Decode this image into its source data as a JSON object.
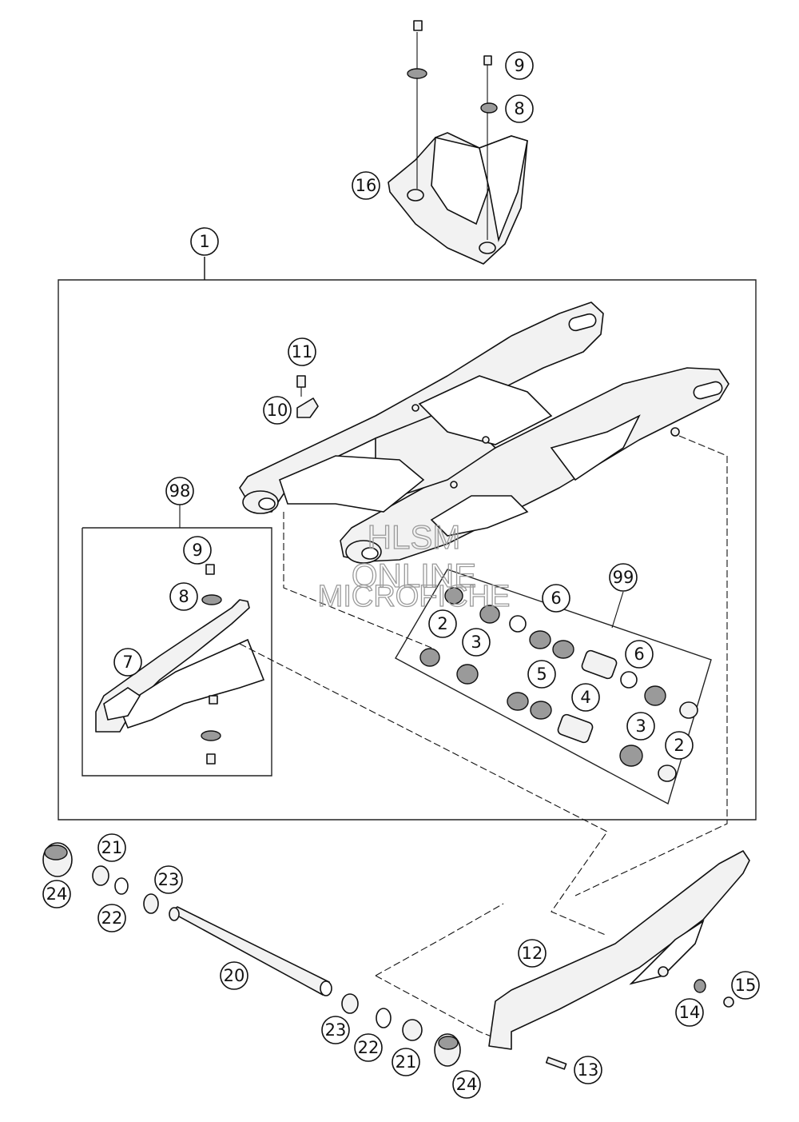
{
  "watermark": {
    "line1": "HLSM",
    "line2": "ONLINE",
    "line3": "MICROFICHE"
  },
  "callouts": {
    "c1": "1",
    "c2a": "2",
    "c2b": "2",
    "c3a": "3",
    "c3b": "3",
    "c4": "4",
    "c5": "5",
    "c6a": "6",
    "c6b": "6",
    "c7": "7",
    "c8a": "8",
    "c8b": "8",
    "c9a": "9",
    "c9b": "9",
    "c10": "10",
    "c11": "11",
    "c12": "12",
    "c13": "13",
    "c14": "14",
    "c15": "15",
    "c16": "16",
    "c20": "20",
    "c21a": "21",
    "c21b": "21",
    "c22a": "22",
    "c22b": "22",
    "c23a": "23",
    "c23b": "23",
    "c24a": "24",
    "c24b": "24",
    "c98": "98",
    "c99": "99"
  }
}
